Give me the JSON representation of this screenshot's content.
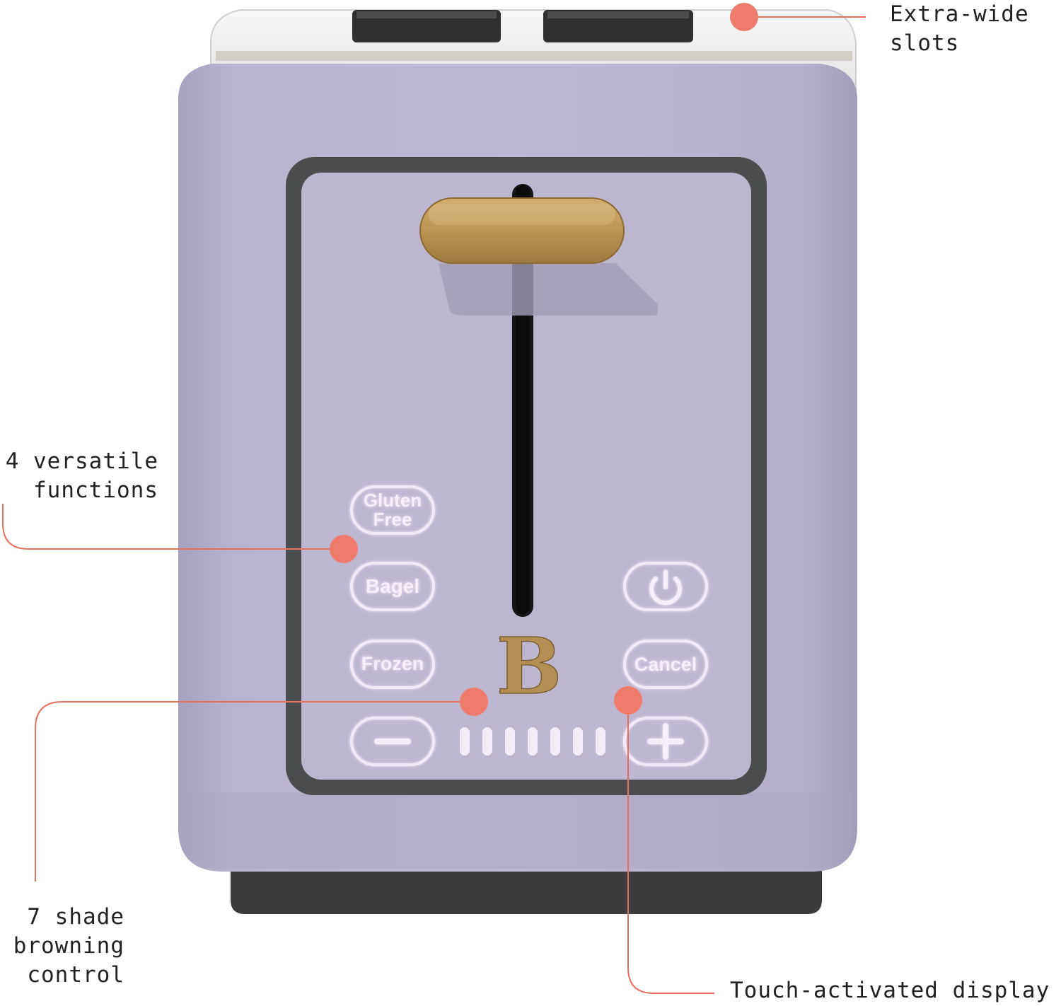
{
  "callouts": {
    "slots": "Extra-wide\nslots",
    "functions": "4 versatile\nfunctions",
    "browning": "7 shade\nbrowning\ncontrol",
    "display": "Touch-activated display"
  },
  "buttons": {
    "gluten_free": "Gluten\nFree",
    "bagel": "Bagel",
    "frozen": "Frozen",
    "cancel": "Cancel"
  },
  "browning_levels": 7,
  "colors": {
    "body": "#b7b1cb",
    "frame": "#4a4c4d",
    "accent_dot": "#ee7a6b",
    "lever_gold": "#b89455",
    "base": "#3a3c3d"
  }
}
